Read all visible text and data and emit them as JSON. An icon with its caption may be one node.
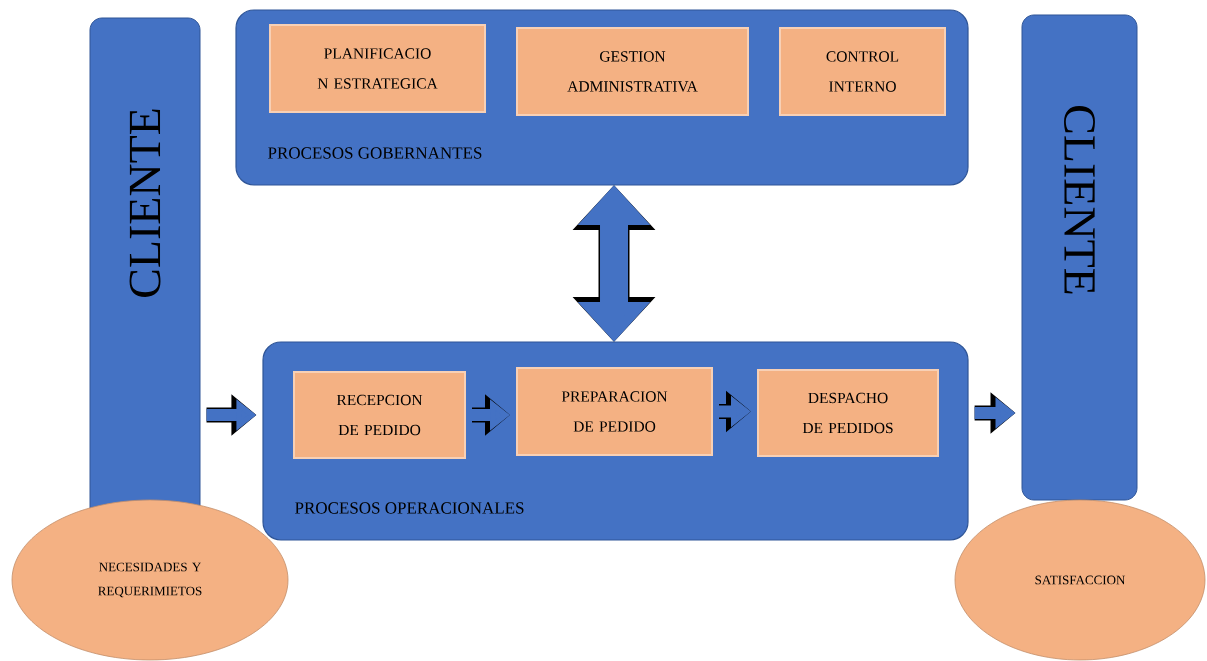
{
  "diagram": {
    "nodes": [
      {
        "text": [
          "CLIENTE"
        ]
      },
      {
        "text": [
          "NECESIDADES Y REQUERIMIETOS"
        ]
      },
      {
        "text": [
          "PROCESOS GOBERNANTES"
        ]
      },
      {
        "text": [
          "PLANIFICACIO N ESTRATEGICA"
        ],
        "in": 2
      },
      {
        "text": [
          "GESTION ADMINISTRATIVA"
        ],
        "in": 2
      },
      {
        "text": [
          "CONTROL INTERNO"
        ],
        "in": 2
      },
      {
        "text": [
          "PROCESOS OPERACIONALES"
        ]
      },
      {
        "text": [
          "RECEPCION DE PEDIDO"
        ],
        "in": 6
      },
      {
        "text": [
          "PREPARACION DE PEDIDO"
        ],
        "in": 6
      },
      {
        "text": [
          "DESPACHO DE PEDIDOS"
        ],
        "in": 6
      },
      {
        "text": [
          "CLIENTE"
        ]
      },
      {
        "text": [
          "SATISFACCION"
        ]
      }
    ],
    "edges": [
      {
        "from": 2,
        "to": 6,
        "arrow": "both",
        "style": "thick"
      },
      {
        "from": 0,
        "to": 6,
        "arrow": "to"
      },
      {
        "from": 7,
        "to": 8,
        "arrow": "to"
      },
      {
        "from": 8,
        "to": 9,
        "arrow": "to"
      },
      {
        "from": 6,
        "to": 10,
        "arrow": "to"
      }
    ]
  }
}
